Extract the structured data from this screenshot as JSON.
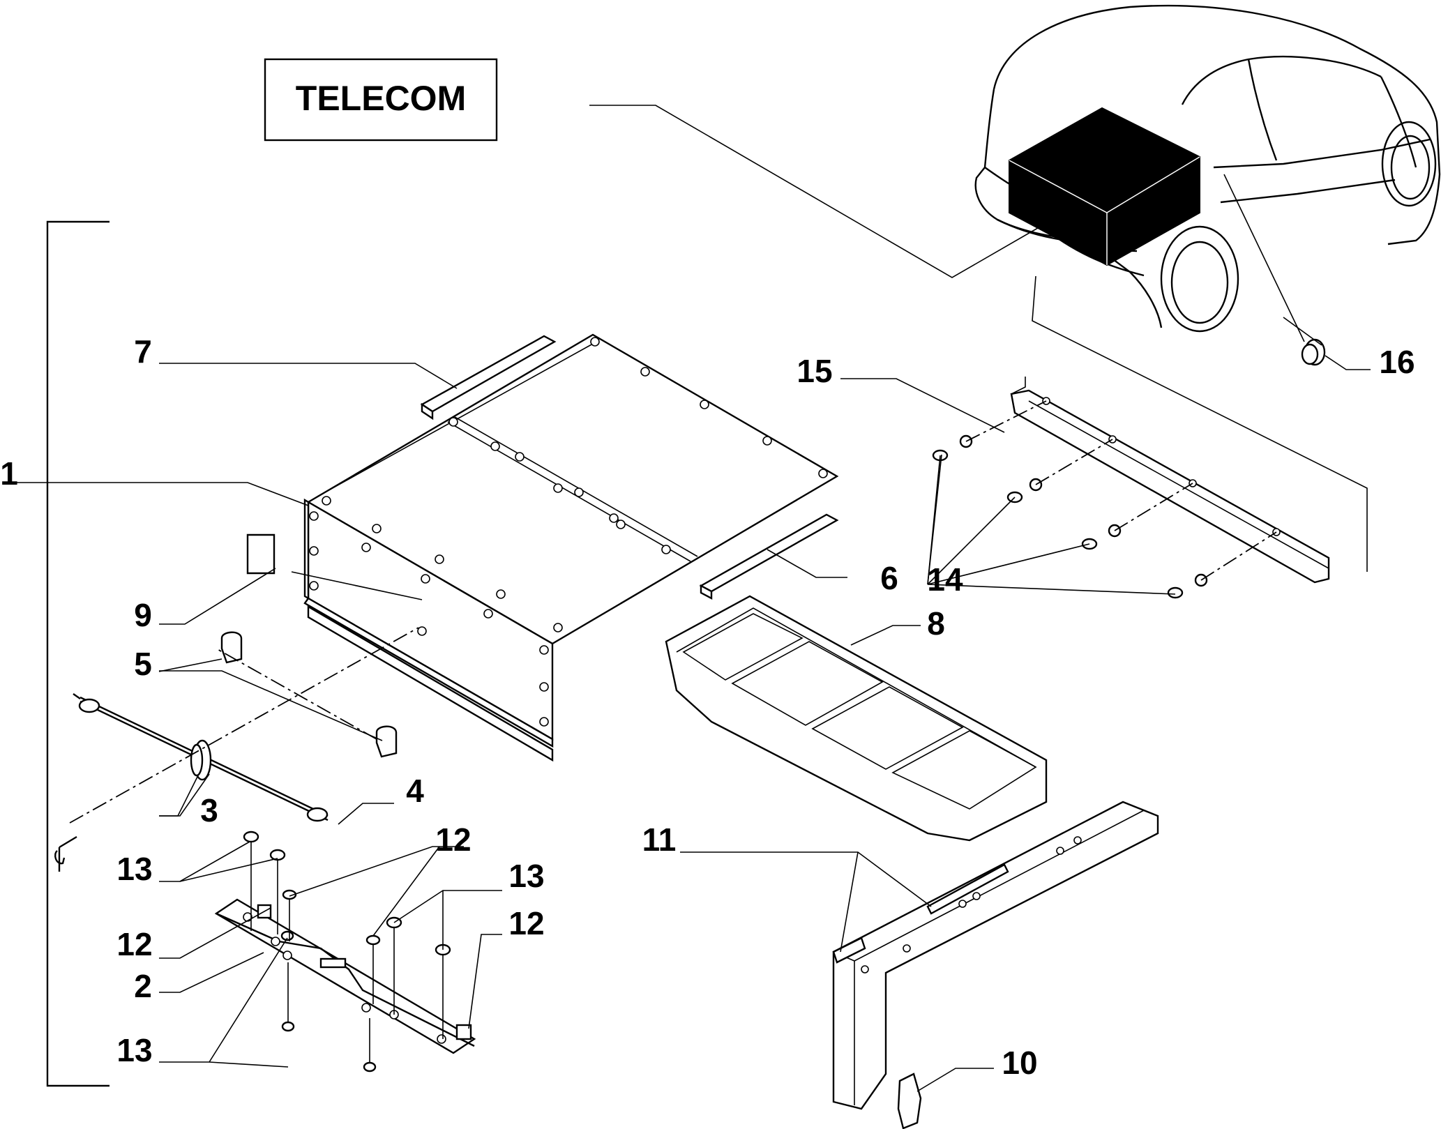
{
  "diagram": {
    "banner": "TELECOM",
    "callouts": [
      {
        "id": "c1",
        "text": "1"
      },
      {
        "id": "c2",
        "text": "2"
      },
      {
        "id": "c3",
        "text": "3"
      },
      {
        "id": "c4",
        "text": "4"
      },
      {
        "id": "c5",
        "text": "5"
      },
      {
        "id": "c6",
        "text": "6"
      },
      {
        "id": "c7",
        "text": "7"
      },
      {
        "id": "c8",
        "text": "8"
      },
      {
        "id": "c9",
        "text": "9"
      },
      {
        "id": "c10",
        "text": "10"
      },
      {
        "id": "c11",
        "text": "11"
      },
      {
        "id": "c12a",
        "text": "12"
      },
      {
        "id": "c12b",
        "text": "12"
      },
      {
        "id": "c12c",
        "text": "12"
      },
      {
        "id": "c13a",
        "text": "13"
      },
      {
        "id": "c13b",
        "text": "13"
      },
      {
        "id": "c13c",
        "text": "13"
      },
      {
        "id": "c14",
        "text": "14"
      },
      {
        "id": "c15",
        "text": "15"
      },
      {
        "id": "c16",
        "text": "16"
      }
    ]
  }
}
